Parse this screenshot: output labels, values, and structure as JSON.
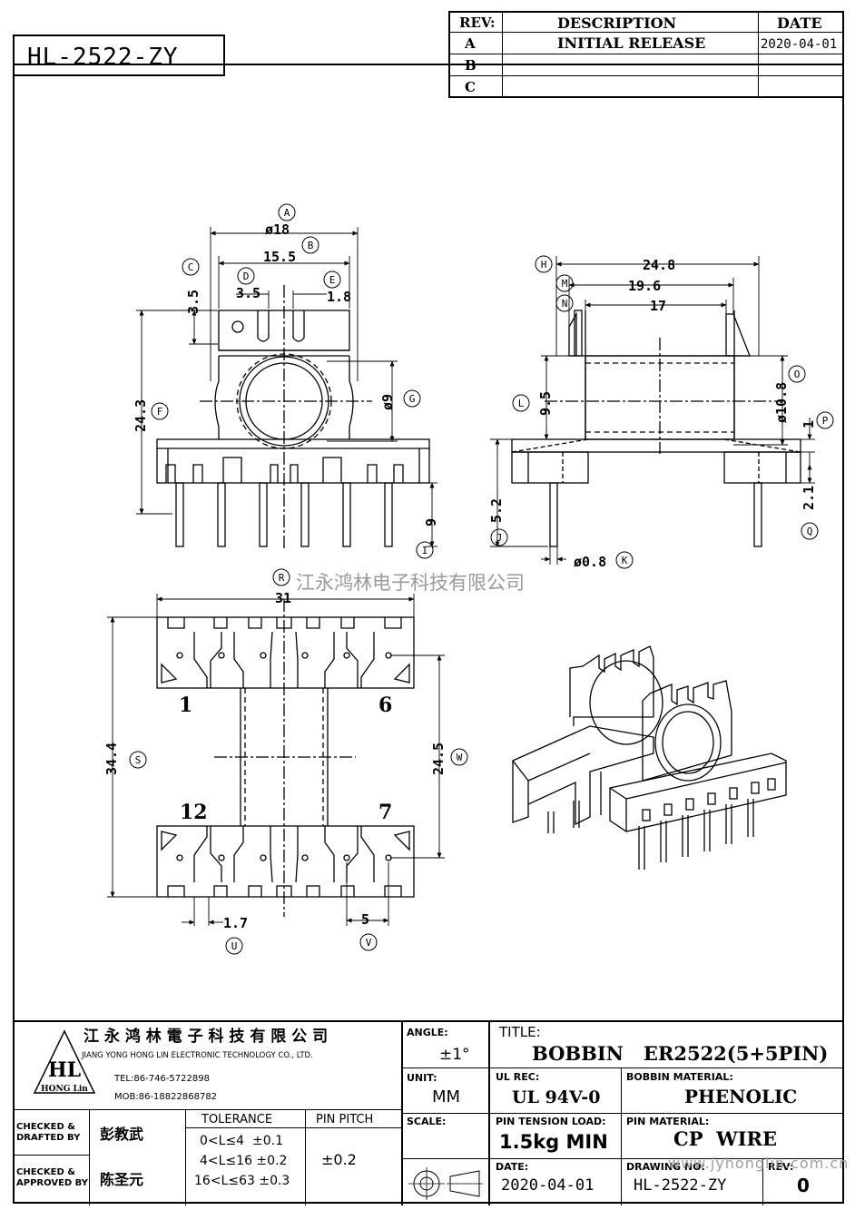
{
  "part_number": "HL-2522-ZY",
  "revision_table": {
    "headers": {
      "rev": "REV:",
      "description": "DESCRIPTION",
      "date": "DATE"
    },
    "rows": [
      {
        "rev": "A",
        "description": "INITIAL RELEASE",
        "date": "2020-04-01"
      },
      {
        "rev": "B",
        "description": "",
        "date": ""
      },
      {
        "rev": "C",
        "description": "",
        "date": ""
      }
    ]
  },
  "watermark": "江永鸿林电子科技有限公司",
  "dimensions": {
    "A": "ø18",
    "B": "15.5",
    "C": "3.5",
    "D": "3.5",
    "E": "1.8",
    "F": "24.3",
    "G": "ø9",
    "I": "9",
    "H": "24.8",
    "M": "19.6",
    "N": "17",
    "L": "9.5",
    "O": "ø10.8",
    "P": "1",
    "Q": "2.1",
    "J": "5.2",
    "K": "ø0.8",
    "R": "31",
    "S": "34.4",
    "W": "24.5",
    "U": "1.7",
    "V": "5"
  },
  "pin_labels": {
    "p1": "1",
    "p6": "6",
    "p12": "12",
    "p7": "7"
  },
  "company": {
    "name_cn": "江 永 鸿 林 電 子 科 技 有 限 公 司",
    "name_en": "JIANG YONG HONG LIN ELECTRONIC TECHNOLOGY CO., LTD.",
    "tel": "TEL:86-746-5722898",
    "mob": "MOB:86-18822868782",
    "logo_text": "HONG Lin",
    "logo_mark": "HL"
  },
  "title_block": {
    "checked_drafted_label": "CHECKED &\nDRAFTED BY",
    "checked_drafted_value": "彭教武",
    "checked_approved_label": "CHECKED &\nAPPROVED BY",
    "checked_approved_value": "陈圣元",
    "tolerance_label": "TOLERANCE",
    "tolerance_rows": [
      "0<L≤4  ±0.1",
      "4<L≤16 ±0.2",
      "16<L≤63 ±0.3"
    ],
    "pin_pitch_label": "PIN PITCH",
    "pin_pitch_value": "±0.2",
    "angle_label": "ANGLE:",
    "angle_value": "±1°",
    "unit_label": "UNIT:",
    "unit_value": "MM",
    "scale_label": "SCALE:",
    "title_label": "TITLE:",
    "title_value": "BOBBIN   ER2522(5+5PIN)",
    "ul_label": "UL REC:",
    "ul_value": "UL 94V-0",
    "bobbin_material_label": "BOBBIN MATERIAL:",
    "bobbin_material_value": "PHENOLIC",
    "pin_tension_label": "PIN TENSION LOAD:",
    "pin_tension_value": "1.5kg MIN",
    "pin_material_label": "PIN MATERIAL:",
    "pin_material_value": "CP  WIRE",
    "date_label": "DATE:",
    "date_value": "2020-04-01",
    "drawing_no_label": "DRAWING NO:",
    "drawing_no_value": "HL-2522-ZY",
    "rev_label": "REV:",
    "rev_value": "0",
    "website": "www.jyhonglin.com.cn"
  }
}
